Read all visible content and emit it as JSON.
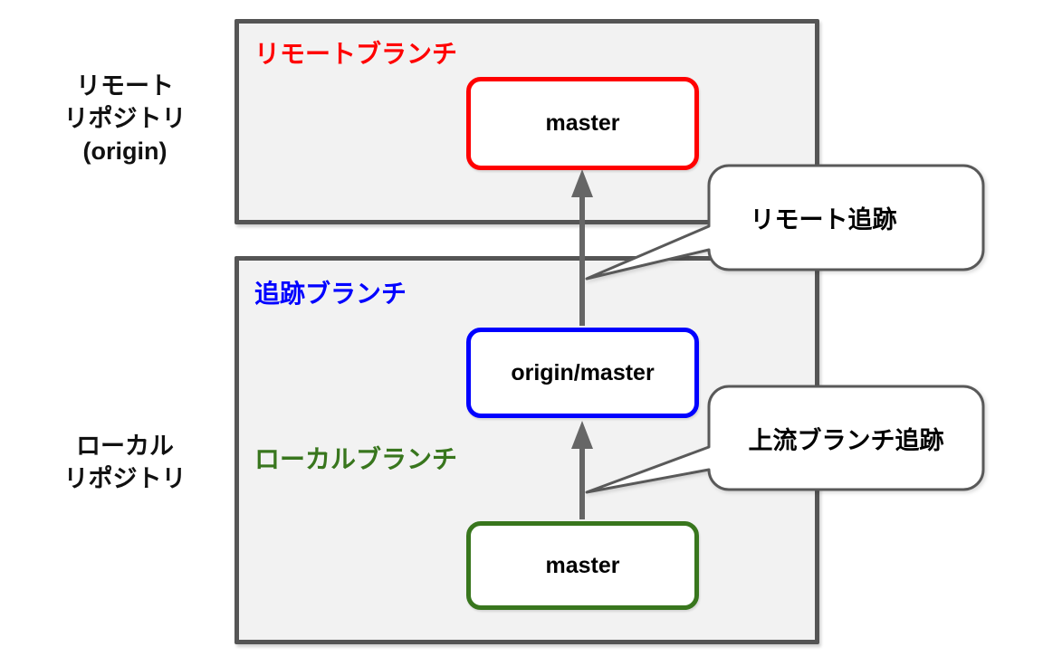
{
  "diagram": {
    "left_labels": {
      "remote_repo": "リモート\nリポジトリ\n(origin)",
      "local_repo": "ローカル\nリポジトリ"
    },
    "remote_box": {
      "label": "リモートブランチ",
      "node": "master"
    },
    "local_box": {
      "tracking_label": "追跡ブランチ",
      "local_label": "ローカルブランチ",
      "tracking_node": "origin/master",
      "local_node": "master"
    },
    "callouts": {
      "remote_tracking": "リモート追跡",
      "upstream_tracking": "上流ブランチ追跡"
    },
    "colors": {
      "remote": "#ff0000",
      "tracking": "#0000ff",
      "local": "#38761d",
      "box_border": "#555555",
      "box_fill": "#f2f2f2",
      "arrow": "#666666",
      "callout_border": "#595959"
    }
  }
}
